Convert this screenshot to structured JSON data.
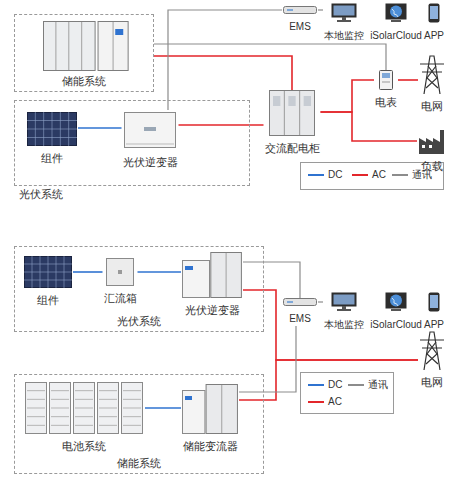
{
  "diagram": {
    "nodes": [
      {
        "text": [
          "储能系统"
        ]
      },
      {
        "text": [
          "光伏系统"
        ]
      },
      {
        "text": [
          "组件"
        ],
        "in": 1
      },
      {
        "text": [
          "光伏逆变器"
        ],
        "in": 1
      },
      {
        "text": [
          "EMS"
        ]
      },
      {
        "text": [
          "本地监控"
        ]
      },
      {
        "text": [
          "iSolarCloud"
        ]
      },
      {
        "text": [
          "APP"
        ]
      },
      {
        "text": [
          "电表"
        ]
      },
      {
        "text": [
          "电网"
        ]
      },
      {
        "text": [
          "交流配电柜"
        ]
      },
      {
        "text": [
          "负载"
        ]
      },
      {
        "text": [
          "光伏系统"
        ]
      },
      {
        "text": [
          "组件"
        ],
        "in": 12
      },
      {
        "text": [
          "汇流箱"
        ],
        "in": 12
      },
      {
        "text": [
          "光伏逆变器"
        ],
        "in": 12
      },
      {
        "text": [
          "EMS"
        ]
      },
      {
        "text": [
          "本地监控"
        ]
      },
      {
        "text": [
          "iSolarCloud"
        ]
      },
      {
        "text": [
          "APP"
        ]
      },
      {
        "text": [
          "电网"
        ]
      },
      {
        "text": [
          "储能系统"
        ]
      },
      {
        "text": [
          "电池系统"
        ],
        "in": 21
      },
      {
        "text": [
          "储能变流器"
        ],
        "in": 21
      }
    ],
    "edges": [
      {
        "from": 2,
        "to": 3,
        "arrow": "none"
      },
      {
        "from": 0,
        "to": 10,
        "arrow": "none"
      },
      {
        "from": 3,
        "to": 10,
        "arrow": "none"
      },
      {
        "from": 10,
        "to": 8,
        "arrow": "none"
      },
      {
        "from": 8,
        "to": 9,
        "arrow": "none"
      },
      {
        "from": 10,
        "to": 11,
        "arrow": "none"
      },
      {
        "from": 3,
        "to": 4,
        "arrow": "none"
      },
      {
        "from": 0,
        "to": 8,
        "arrow": "none"
      },
      {
        "from": 4,
        "to": 5,
        "arrow": "none"
      },
      {
        "from": 13,
        "to": 14,
        "arrow": "none"
      },
      {
        "from": 14,
        "to": 15,
        "arrow": "none"
      },
      {
        "from": 15,
        "to": 16,
        "arrow": "none"
      },
      {
        "from": 16,
        "to": 17,
        "arrow": "none"
      },
      {
        "from": 15,
        "to": 20,
        "arrow": "none"
      },
      {
        "from": 22,
        "to": 23,
        "arrow": "none"
      },
      {
        "from": 23,
        "to": 20,
        "arrow": "none"
      },
      {
        "from": 23,
        "to": 16,
        "arrow": "none"
      }
    ],
    "legend": [
      {
        "text": "DC"
      },
      {
        "text": "AC"
      },
      {
        "text": "通讯"
      },
      {
        "text": "DC"
      },
      {
        "text": "通讯"
      },
      {
        "text": "AC"
      }
    ]
  }
}
